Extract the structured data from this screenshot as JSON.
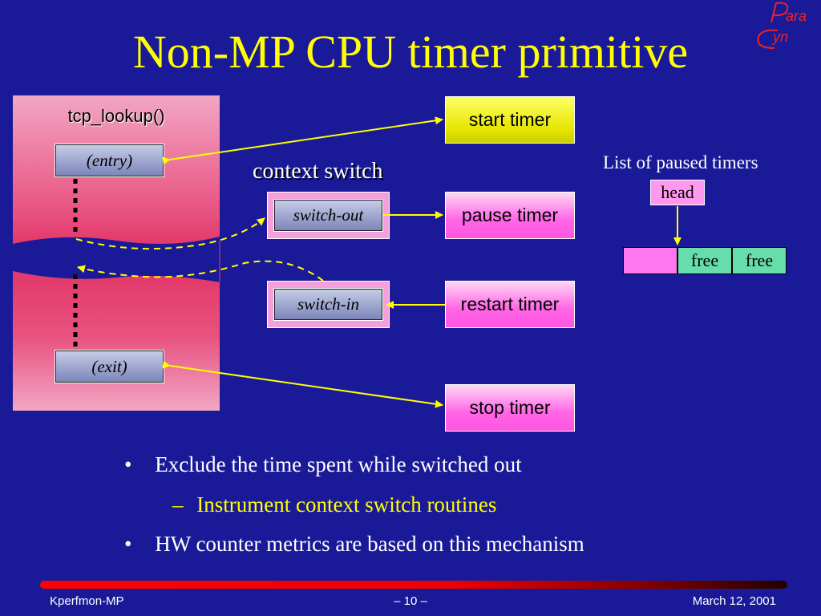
{
  "title": "Non-MP CPU timer primitive",
  "logo": {
    "top": "ara",
    "bottom": "yn"
  },
  "function_panel": {
    "name": "tcp_lookup()",
    "entry_label": "(entry)",
    "exit_label": "(exit)"
  },
  "context_switch": {
    "heading": "context switch",
    "switch_out": "switch-out",
    "switch_in": "switch-in"
  },
  "timers": {
    "start": "start timer",
    "pause": "pause timer",
    "restart": "restart timer",
    "stop": "stop timer"
  },
  "paused_list": {
    "label": "List of paused timers",
    "head": "head",
    "cells": [
      "",
      "free",
      "free"
    ]
  },
  "bullets": [
    {
      "marker": "•",
      "text": "Exclude the time spent while switched out"
    },
    {
      "marker": "–",
      "text": "Instrument context switch routines"
    },
    {
      "marker": "•",
      "text": "HW counter metrics are based on this mechanism"
    }
  ],
  "footer": {
    "left": "Kperfmon-MP",
    "center": "– 10 –",
    "right": "March 12, 2001"
  },
  "colors": {
    "background": "#1a1a99",
    "title": "#ffff00",
    "subbullet": "#ffff00",
    "arrow": "#ffff00",
    "list_free": "#66ddaa"
  }
}
